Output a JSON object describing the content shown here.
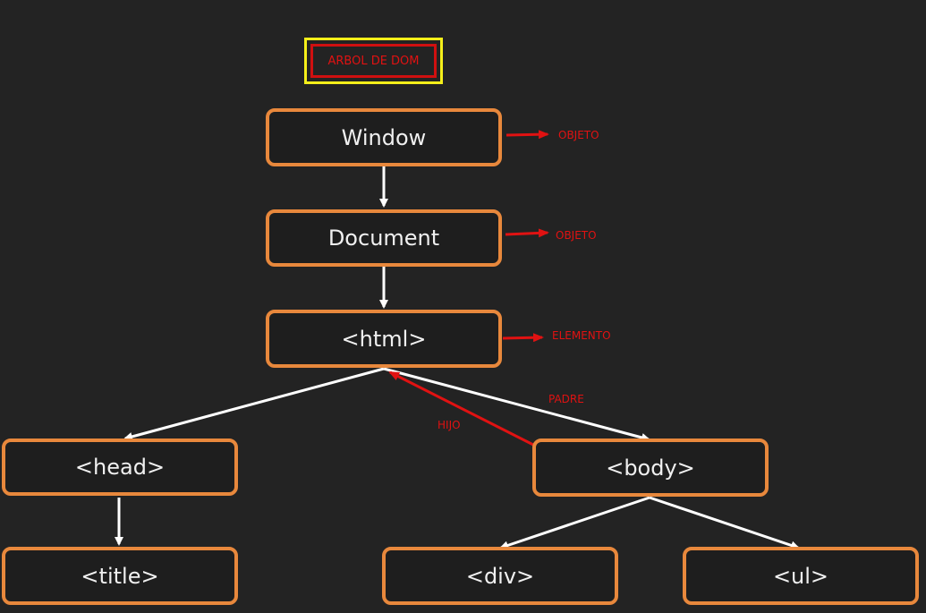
{
  "title": "ARBOL DE DOM",
  "nodes": {
    "window": "Window",
    "document": "Document",
    "html": "<html>",
    "head": "<head>",
    "body": "<body>",
    "title": "<title>",
    "div": "<div>",
    "ul": "<ul>"
  },
  "annotations": {
    "window": "OBJETO",
    "document": "OBJETO",
    "html": "ELEMENTO",
    "padre": "PADRE",
    "hijo": "HIJO"
  },
  "colors": {
    "background": "#232323",
    "node_border": "#e8883c",
    "node_text": "#f0f0f0",
    "annotation": "#e01212",
    "title_outer_border": "#f4ef1a",
    "connector": "#ffffff"
  }
}
